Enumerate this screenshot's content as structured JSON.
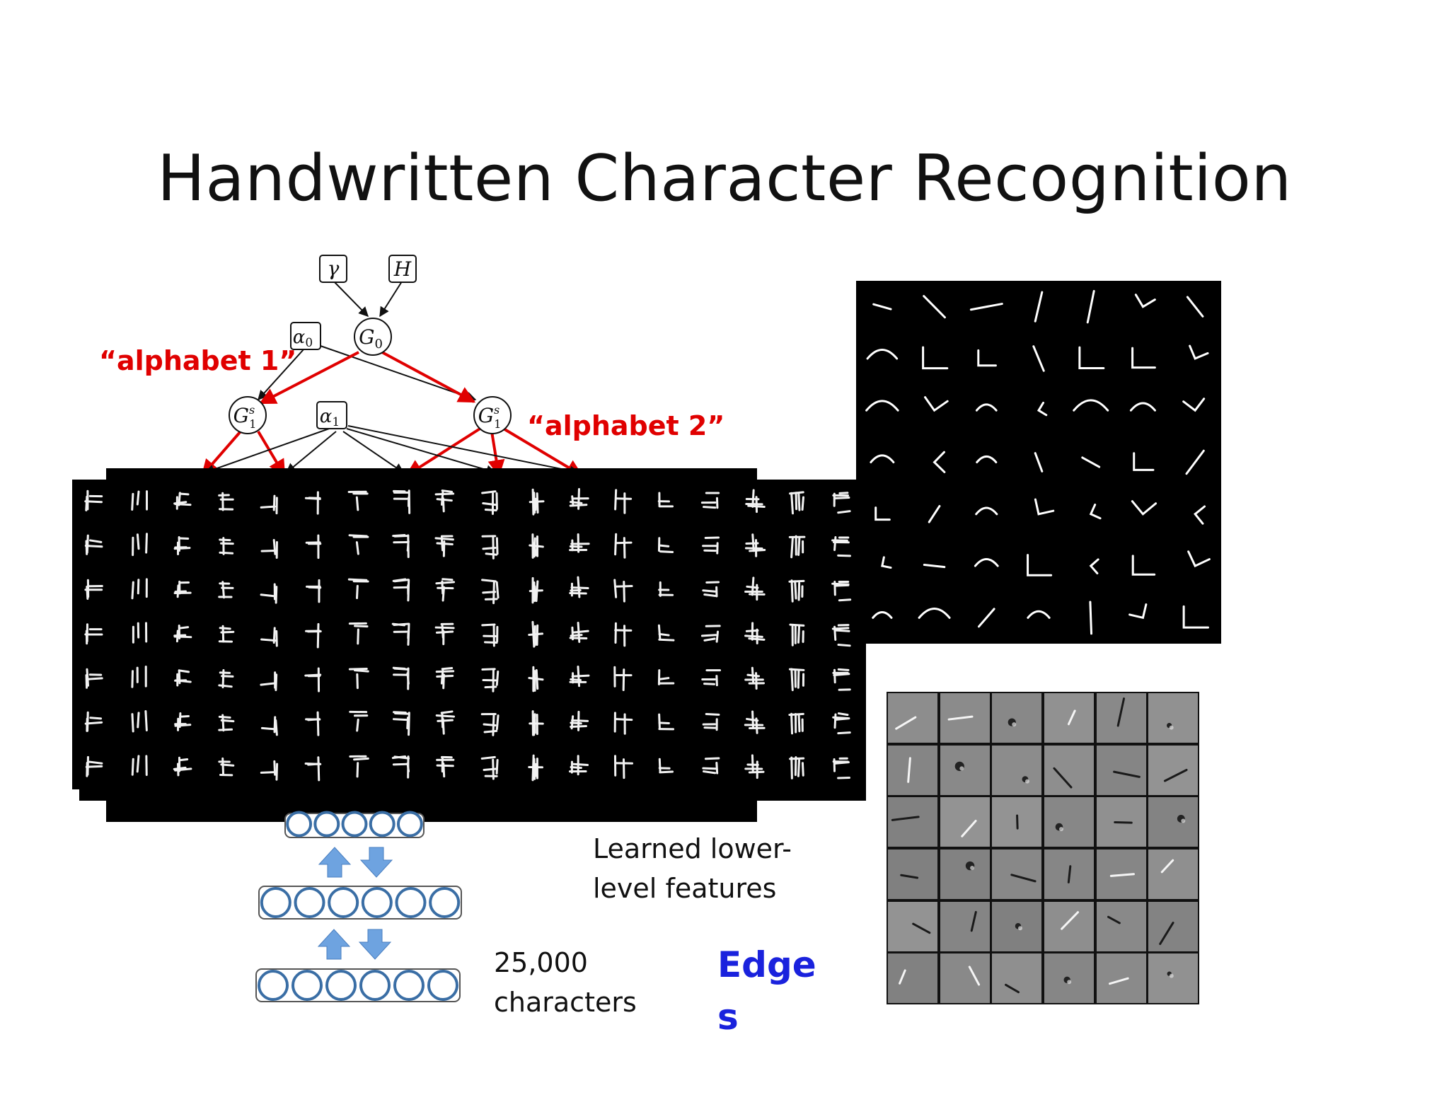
{
  "title": "Handwritten Character Recognition",
  "model": {
    "hyper_nodes": [
      "γ",
      "H",
      "α",
      "α"
    ],
    "hyper_subscripts": [
      "",
      "",
      "0",
      "1"
    ],
    "global_node": {
      "base": "G",
      "sub": "0"
    },
    "alphabet_nodes": [
      {
        "base": "G",
        "sup": "s",
        "sub": "1"
      },
      {
        "base": "G",
        "sup": "s",
        "sub": "1"
      }
    ],
    "alphabet_1_label": "“alphabet 1”",
    "alphabet_2_label": "“alphabet 2”"
  },
  "labels": {
    "learned_lower_line1": "Learned lower-",
    "learned_lower_line2": "level features",
    "characters_count": "25,000",
    "characters_word": "characters",
    "edges_line1": "Edge",
    "edges_line2": "s"
  },
  "colors": {
    "red": "#e00000",
    "blue_text": "#1a22dd",
    "layer_circle": "#3a6ea5",
    "arrow_blue": "#6ea3e0"
  },
  "grids": {
    "characters_rows": 7,
    "characters_cols": 18,
    "strokes_rows": 7,
    "strokes_cols": 7,
    "edges_rows": 6,
    "edges_cols": 6
  },
  "network": {
    "layers": [
      {
        "units": 5
      },
      {
        "units": 6
      },
      {
        "units": 6
      }
    ]
  }
}
